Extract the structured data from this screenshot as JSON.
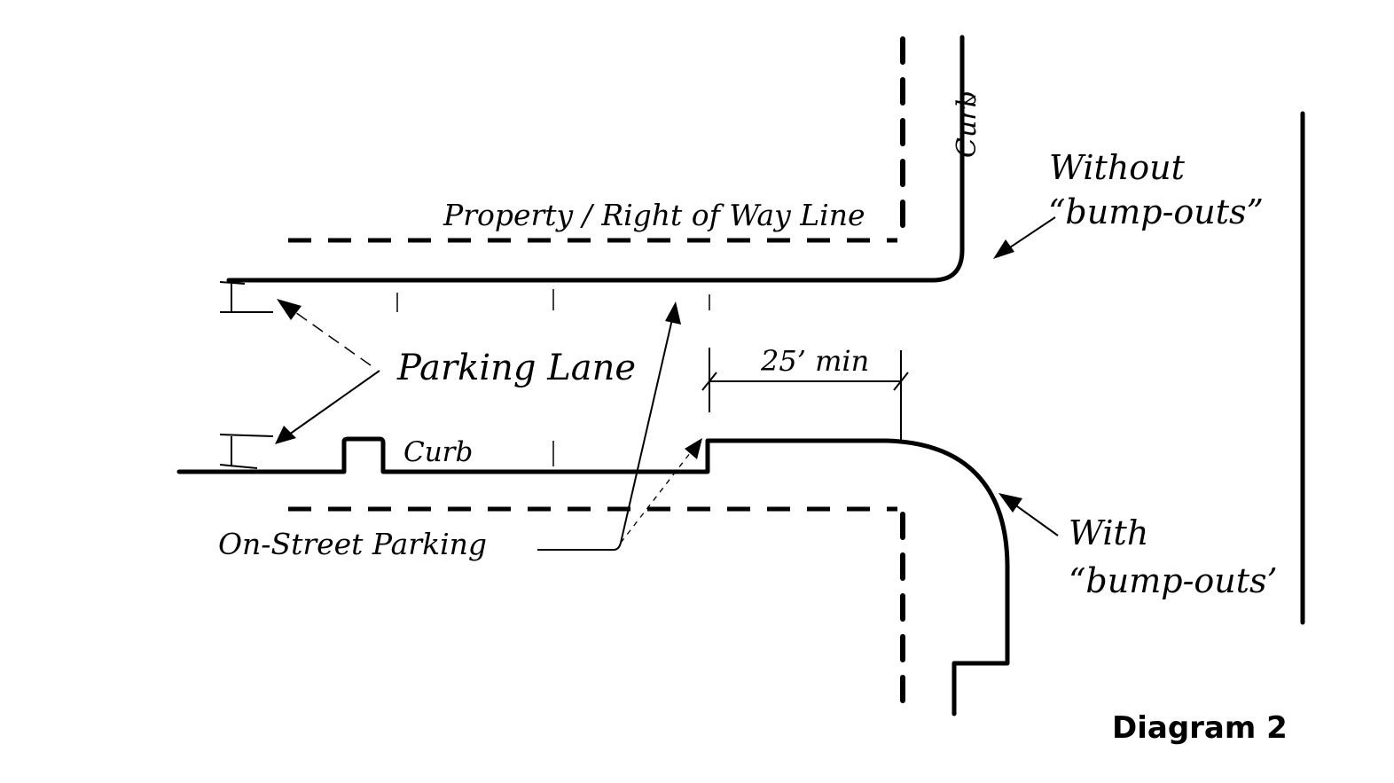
{
  "diagram": {
    "title": "Diagram 2",
    "labels": {
      "property_line": "Property / Right of Way Line",
      "curb_vertical": "Curb",
      "without_line1": "Without",
      "without_line2": "“bump-outs”",
      "parking_lane": "Parking Lane",
      "dimension": "25’ min",
      "curb_horizontal": "Curb",
      "on_street_parking": "On-Street Parking",
      "with_line1": "With",
      "with_line2": "“bump-outs’"
    },
    "annotations": [
      {
        "id": "property-line",
        "kind": "dashed-line",
        "describes": "Property / Right of Way Line"
      },
      {
        "id": "curb-without-bumpouts",
        "kind": "solid-curb",
        "describes": "Without bump-outs"
      },
      {
        "id": "curb-with-bumpouts",
        "kind": "solid-curb",
        "describes": "With bump-outs"
      },
      {
        "id": "parking-lane",
        "kind": "dimension-brackets",
        "describes": "Parking Lane"
      },
      {
        "id": "setback",
        "kind": "dimension",
        "value": 25,
        "unit": "ft",
        "qualifier": "min"
      }
    ]
  }
}
